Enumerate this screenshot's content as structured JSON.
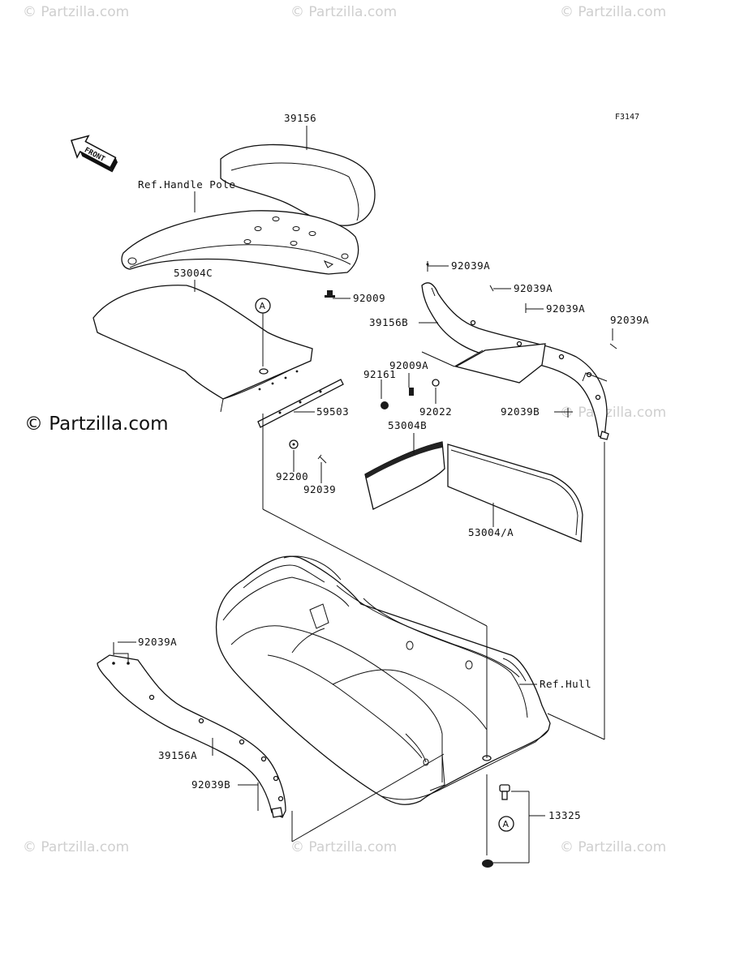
{
  "figure_id": "F3147",
  "front_label": "FRONT",
  "callout_letter": "A",
  "watermarks": {
    "main": "© Partzilla.com",
    "faint": "© Partzilla.com"
  },
  "labels": {
    "p39156": "39156",
    "ref_handle_pole": "Ref.Handle Pole",
    "p53004c": "53004C",
    "p92009": "92009",
    "p92039a_1": "92039A",
    "p92039a_2": "92039A",
    "p92039a_3": "92039A",
    "p92039a_4": "92039A",
    "p39156b": "39156B",
    "p92009a": "92009A",
    "p92161": "92161",
    "p92022": "92022",
    "p92039b_1": "92039B",
    "p59503": "59503",
    "p53004b": "53004B",
    "p92200": "92200",
    "p92039": "92039",
    "p53004a": "53004/A",
    "p92039a_5": "92039A",
    "ref_hull": "Ref.Hull",
    "p39156a": "39156A",
    "p92039b_2": "92039B",
    "p13325": "13325"
  }
}
